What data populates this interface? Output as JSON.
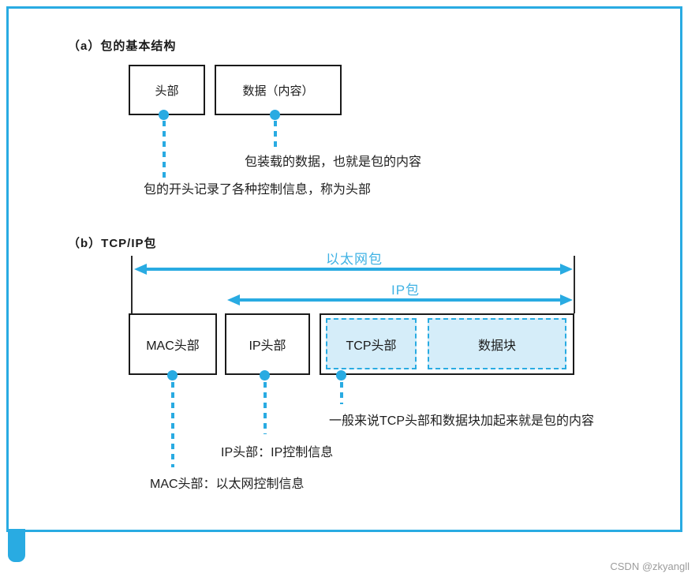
{
  "colors": {
    "accent_blue": "#29ABE2",
    "light_blue_fill": "#d5edf9",
    "box_border": "#1a1a1a",
    "watermark_gray": "#9c9c9c"
  },
  "watermark": "CSDN @zkyangll",
  "section_a": {
    "title": "（a）包的基本结构",
    "boxes": [
      {
        "label": "头部"
      },
      {
        "label": "数据（内容）"
      }
    ],
    "annotations": [
      {
        "text": "包装载的数据，也就是包的内容"
      },
      {
        "text": "包的开头记录了各种控制信息，称为头部"
      }
    ]
  },
  "section_b": {
    "title": "（b）TCP/IP包",
    "arrows": [
      {
        "label": "以太网包"
      },
      {
        "label": "IP包"
      }
    ],
    "boxes": [
      {
        "label": "MAC头部"
      },
      {
        "label": "IP头部"
      }
    ],
    "inner_boxes": [
      {
        "label": "TCP头部"
      },
      {
        "label": "数据块"
      }
    ],
    "annotations": [
      {
        "text": "一般来说TCP头部和数据块加起来就是包的内容"
      },
      {
        "text": "IP头部：IP控制信息"
      },
      {
        "text": "MAC头部：以太网控制信息"
      }
    ]
  }
}
